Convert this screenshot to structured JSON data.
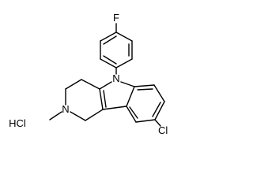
{
  "molecule": {
    "atoms": {
      "fluorine": "F",
      "nitrogen_indole": "N",
      "nitrogen_amine": "N",
      "chlorine": "Cl",
      "salt": "HCl"
    },
    "bond_color": "#000000"
  }
}
